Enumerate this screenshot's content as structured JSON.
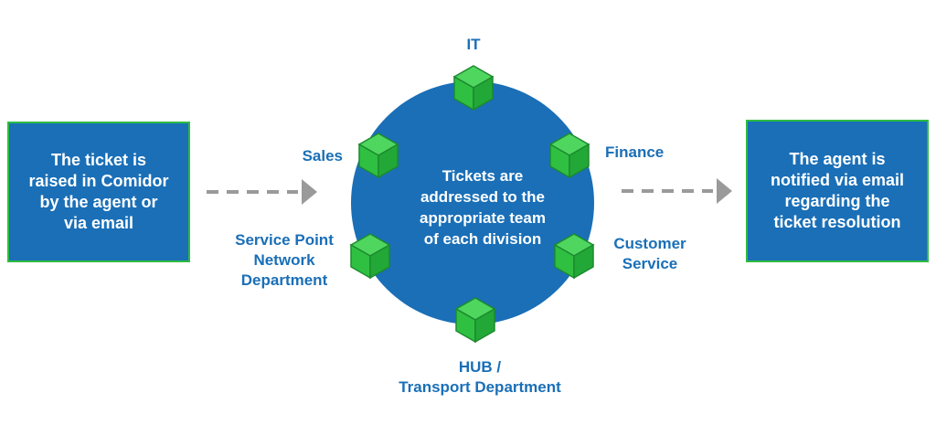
{
  "colors": {
    "blue": "#1a6fb7",
    "green": "#2dbb43",
    "arrow_gray": "#9a9a9a",
    "text_white": "#ffffff"
  },
  "left_box": {
    "text": "The ticket is\nraised in Comidor\nby the agent or\nvia email"
  },
  "right_box": {
    "text": "The agent is\nnotified via email\nregarding the\nticket resolution"
  },
  "hub": {
    "text": "Tickets are\naddressed to the\nappropriate team\nof each division",
    "node_icon": "cube-icon"
  },
  "divisions": [
    {
      "id": "it",
      "label": "IT"
    },
    {
      "id": "finance",
      "label": "Finance"
    },
    {
      "id": "customer-service",
      "label": "Customer\nService"
    },
    {
      "id": "hub-transport",
      "label": "HUB /\nTransport Department"
    },
    {
      "id": "service-point",
      "label": "Service Point\nNetwork\nDepartment"
    },
    {
      "id": "sales",
      "label": "Sales"
    }
  ]
}
